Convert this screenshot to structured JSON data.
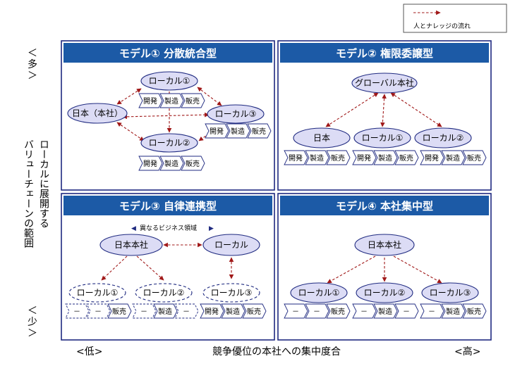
{
  "legend": {
    "label": "人とナレッジの流れ"
  },
  "axes": {
    "y_label": "バリューチェーンの範囲ローカルに展開する",
    "y_label_col1": "ローカルに展開する",
    "y_label_col2": "バリューチェーンの範囲",
    "y_high": "<多>",
    "y_low": "<少>",
    "x_label": "競争優位の本社への集中度合",
    "x_low": "<低>",
    "x_high": "<高>"
  },
  "chevron_labels": {
    "dev": "開発",
    "mfg": "製造",
    "sales": "販売",
    "none": "－"
  },
  "models": [
    {
      "title": "モデル①  分散統合型",
      "nodes": {
        "local1": "ローカル①",
        "hq": "日本（本社）",
        "local3": "ローカル③",
        "local2": "ローカル②"
      }
    },
    {
      "title": "モデル②  権限委譲型",
      "nodes": {
        "global": "グローバル本社",
        "japan": "日本",
        "local1": "ローカル①",
        "local2": "ローカル②"
      }
    },
    {
      "title": "モデル③  自律連携型",
      "note": "異なるビジネス領域",
      "nodes": {
        "hq": "日本本社",
        "local": "ローカル",
        "local1": "ローカル①",
        "local2": "ローカル②",
        "local3": "ローカル③"
      }
    },
    {
      "title": "モデル④  本社集中型",
      "nodes": {
        "hq": "日本本社",
        "local1": "ローカル①",
        "local2": "ローカル②",
        "local3": "ローカル③"
      }
    }
  ],
  "colors": {
    "header": "#1c5aa6",
    "node_fill": "#dcdcf5",
    "border": "#1f2a80",
    "arrow": "#a01818"
  }
}
